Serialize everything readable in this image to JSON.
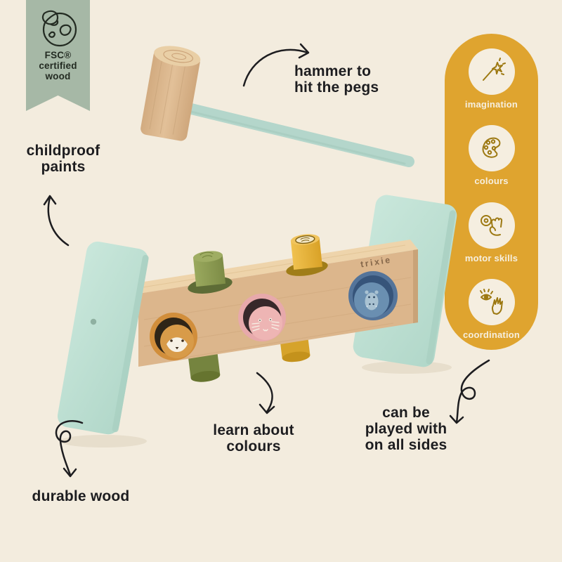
{
  "fsc_badge": {
    "lines": [
      "FSC®",
      "certified",
      "wood"
    ],
    "icon": "globe-leaf-icon"
  },
  "product": {
    "brand": "trixie",
    "pegs": [
      {
        "color": "green"
      },
      {
        "color": "yellow"
      },
      {
        "color": "orange",
        "face": "fox"
      },
      {
        "color": "pink",
        "face": "cat"
      },
      {
        "color": "blue",
        "face": "hippo"
      }
    ]
  },
  "annotations": {
    "hammer": {
      "line1": "hammer to",
      "line2": "hit the pegs"
    },
    "childproof": {
      "line1": "childproof",
      "line2": "paints"
    },
    "learn": {
      "line1": "learn about",
      "line2": "colours"
    },
    "played": {
      "line1": "can be",
      "line2": "played with",
      "line3": "on all sides"
    },
    "durable": {
      "text": "durable wood"
    }
  },
  "benefits_banner": {
    "items": [
      {
        "icon": "magic-wand-icon",
        "label": "imagination"
      },
      {
        "icon": "paint-palette-icon",
        "label": "colours"
      },
      {
        "icon": "hand-grasp-icon",
        "label": "motor skills"
      },
      {
        "icon": "eye-hand-icon",
        "label": "coordination"
      }
    ]
  },
  "colors": {
    "background": "#f3ecde",
    "badge_green": "#a6b8a6",
    "banner_mustard": "#dfa42f",
    "banner_icon_stroke": "#9d7912",
    "banner_circle_fill": "#f5eee0",
    "mint_panel": "#bfe1d5",
    "wood": "#dcb68c",
    "hammer_handle_mint": "#b4d6cb",
    "peg_green": "#8e9c52",
    "peg_yellow": "#e9b43c",
    "peg_orange": "#d18e3b",
    "peg_pink": "#e7a9ab",
    "peg_blue": "#54749a",
    "text_dark": "#1d1d20"
  }
}
